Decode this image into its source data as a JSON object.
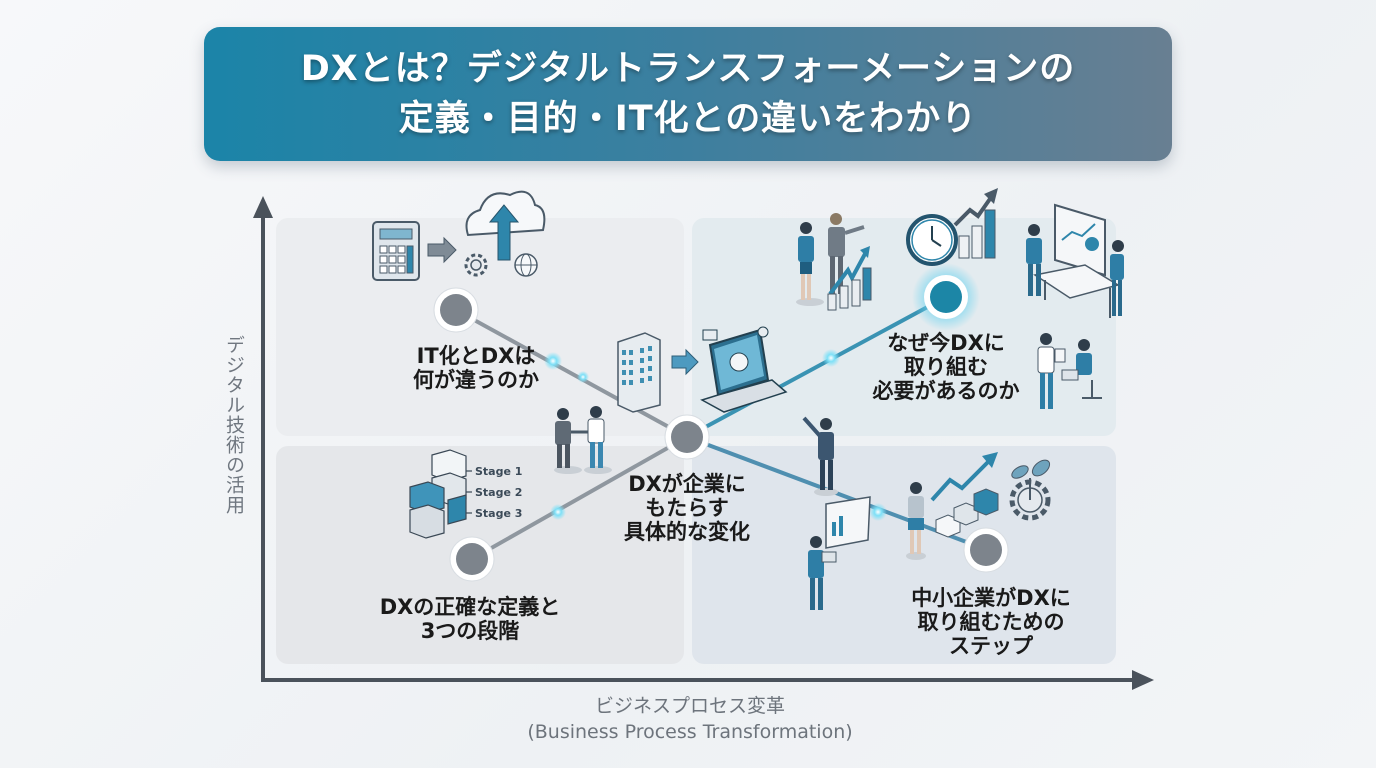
{
  "title": {
    "line1": "DXとは？デジタルトランスフォーメーションの",
    "line2": "定義・目的・IT化との違いをわかり"
  },
  "axes": {
    "y_label": "デジタル技術の活用",
    "x_label": "ビジネスプロセス変革",
    "x_label_en": "(Business Process Transformation)"
  },
  "nodes": [
    {
      "id": "it-vs-dx",
      "label": "IT化とDXは\n何が違うのか",
      "quadrant": "top-left",
      "highlight": false
    },
    {
      "id": "why-now",
      "label": "なぜ今DXに\n取り組む\n必要があるのか",
      "quadrant": "top-right",
      "highlight": true
    },
    {
      "id": "center",
      "label": "DXが企業に\nもたらす\n具体的な変化",
      "quadrant": "center",
      "highlight": false
    },
    {
      "id": "definition",
      "label": "DXの正確な定義と\n3つの段階",
      "quadrant": "bottom-left",
      "highlight": false
    },
    {
      "id": "sme-steps",
      "label": "中小企業がDXに\n取り組むための\nステップ",
      "quadrant": "bottom-right",
      "highlight": false
    }
  ],
  "stages": [
    "Stage 1",
    "Stage 2",
    "Stage 3"
  ],
  "colors": {
    "accent": "#1b84a8",
    "node_gray": "#7d848c",
    "node_highlight": "#1c86a6",
    "axis": "#4a525b",
    "glow": "#5fd3f0"
  },
  "icons": [
    "calculator-icon",
    "cloud-upload-icon",
    "gear-icon",
    "globe-icon",
    "office-building-icon",
    "laptop-icon",
    "handshake-people-icon",
    "clock-growth-icon",
    "business-team-chart-icon",
    "dashboard-meeting-icon",
    "stacked-cubes-icon",
    "growth-arrow-cubes-icon",
    "gear-sprout-icon",
    "analyst-laptop-icon",
    "pointing-person-icon"
  ]
}
